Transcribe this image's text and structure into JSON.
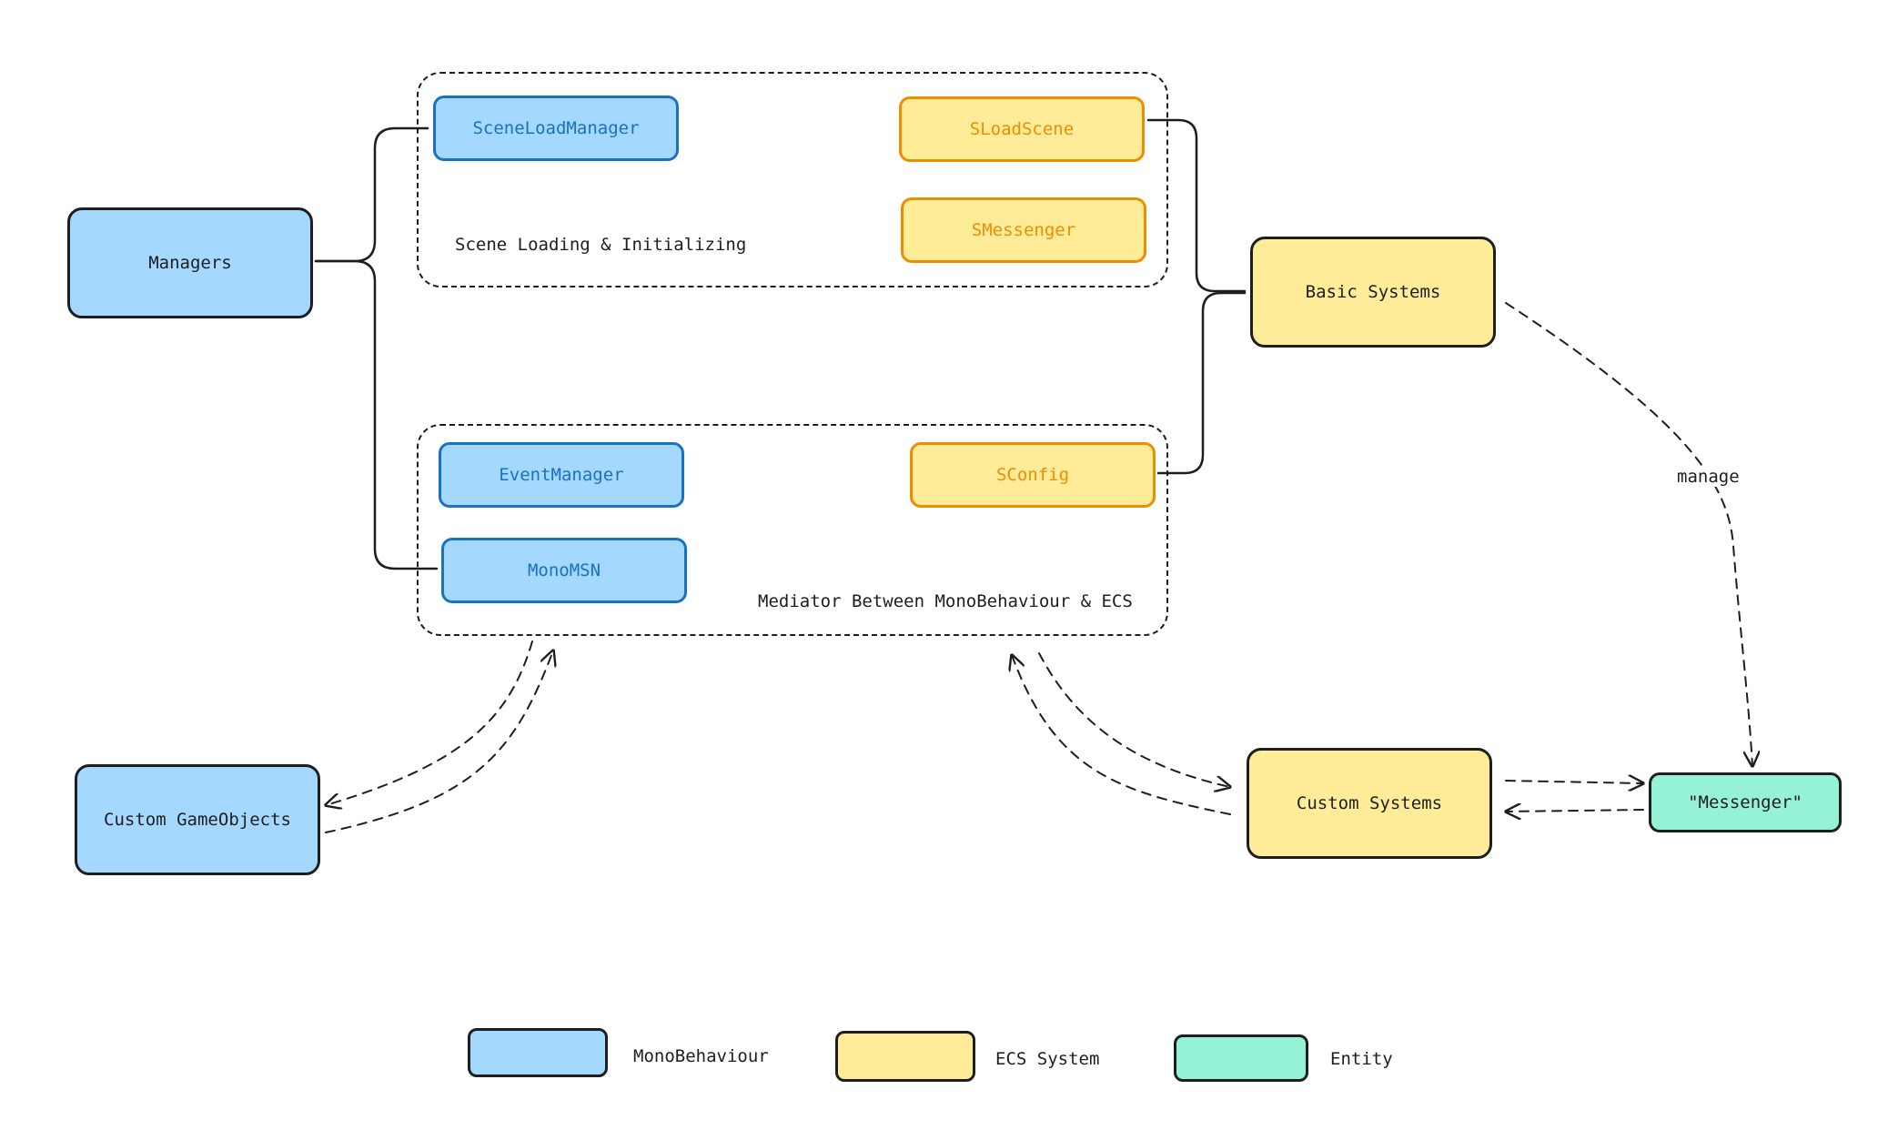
{
  "groups": {
    "scene": {
      "caption": "Scene Loading & Initializing"
    },
    "mediator": {
      "caption": "Mediator Between MonoBehaviour & ECS"
    }
  },
  "nodes": {
    "managers": "Managers",
    "scene_load_manager": "SceneLoadManager",
    "sload_scene": "SLoadScene",
    "smessenger": "SMessenger",
    "basic_systems": "Basic Systems",
    "event_manager": "EventManager",
    "sconfig": "SConfig",
    "mono_msn": "MonoMSN",
    "custom_gameobjects": "Custom GameObjects",
    "custom_systems": "Custom Systems",
    "messenger": "\"Messenger\""
  },
  "edge_labels": {
    "manage": "manage"
  },
  "legend": [
    {
      "label": "MonoBehaviour",
      "color": "#a5d8ff"
    },
    {
      "label": "ECS System",
      "color": "#ffec99"
    },
    {
      "label": "Entity",
      "color": "#96f2d7"
    }
  ],
  "colors": {
    "monobehaviour_fill": "#a5d8ff",
    "monobehaviour_text": "#1971c2",
    "ecs_fill": "#ffec99",
    "ecs_text": "#f08c00",
    "entity_fill": "#96f2d7",
    "stroke": "#1e1e1e"
  }
}
